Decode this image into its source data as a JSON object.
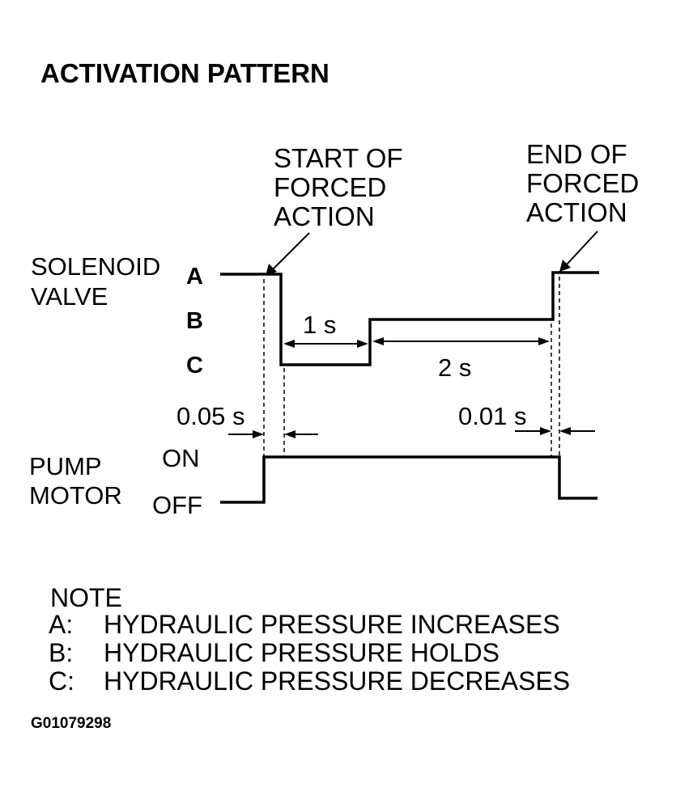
{
  "title": "ACTIVATION PATTERN",
  "start_label": [
    "START OF",
    "FORCED",
    "ACTION"
  ],
  "end_label": [
    "END OF",
    "FORCED",
    "ACTION"
  ],
  "solenoid_label": [
    "SOLENOID",
    "VALVE"
  ],
  "levels": {
    "a": "A",
    "b": "B",
    "c": "C"
  },
  "durations": {
    "one": "1 s",
    "two": "2 s",
    "start_delay": "0.05 s",
    "end_delay": "0.01 s"
  },
  "pump_label": [
    "PUMP",
    "MOTOR"
  ],
  "pump_states": {
    "on": "ON",
    "off": "OFF"
  },
  "note": {
    "heading": "NOTE",
    "items": [
      {
        "key": "A:",
        "text": "HYDRAULIC PRESSURE INCREASES"
      },
      {
        "key": "B:",
        "text": "HYDRAULIC PRESSURE HOLDS"
      },
      {
        "key": "C:",
        "text": "HYDRAULIC PRESSURE DECREASES"
      }
    ]
  },
  "figure_code": "G01079298"
}
